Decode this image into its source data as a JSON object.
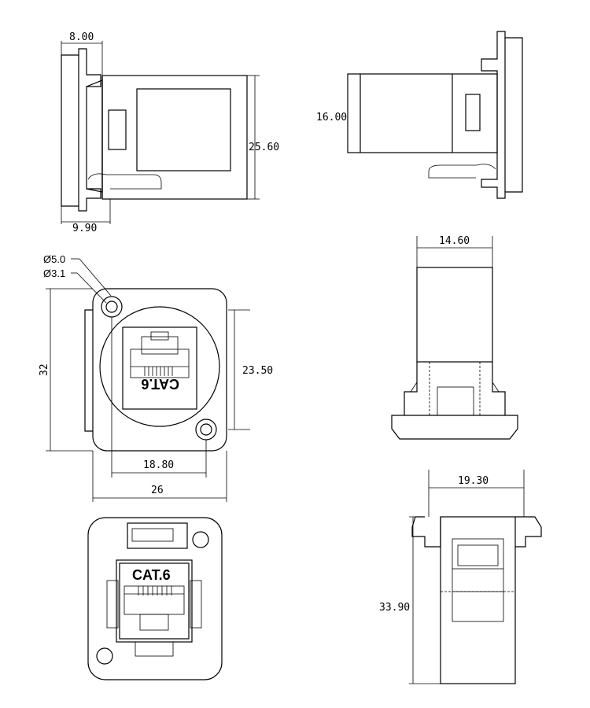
{
  "dimensions": {
    "side_top_width": "8.00",
    "side_height": "25.60",
    "side_bottom_width": "9.90",
    "side_right_height": "16.00",
    "front_hole_large": "Ø5.0",
    "front_hole_small": "Ø3.1",
    "front_height": "32",
    "front_inner_height": "23.50",
    "front_hole_spacing": "18.80",
    "front_width": "26",
    "top_width": "14.60",
    "bottom_width": "19.30",
    "bottom_height": "33.90"
  },
  "labels": {
    "front_cat": "CAT.6",
    "rear_cat": "CAT.6"
  }
}
